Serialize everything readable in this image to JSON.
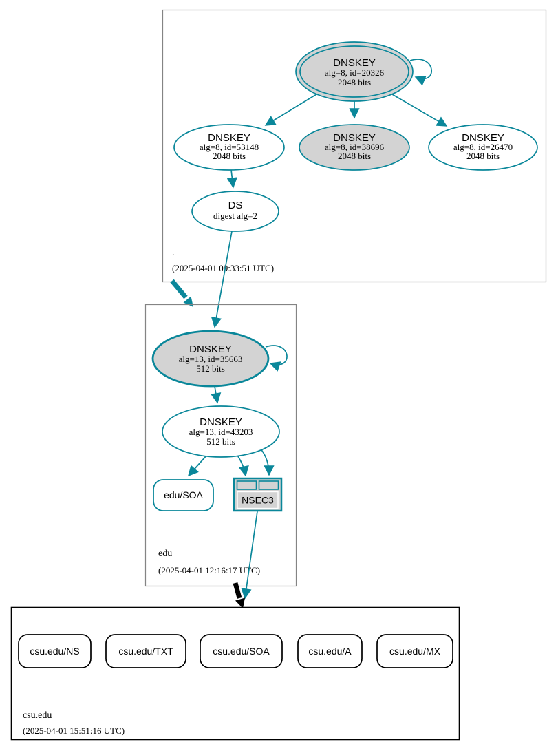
{
  "diagram": {
    "type": "dnssec-authentication-chain-graph",
    "colors": {
      "edge_teal": "#0a879a",
      "node_fill_gray": "#d3d3d3",
      "zone_box_border_gray": "#848484",
      "delegation_arrow_black": "#000000",
      "node_fill_white": "#ffffff"
    },
    "zones": {
      "root": {
        "label": ".",
        "timestamp": "(2025-04-01 09:33:51 UTC)",
        "nodes": {
          "ksk": {
            "title": "DNSKEY",
            "detail1": "alg=8, id=20326",
            "detail2": "2048 bits"
          },
          "zsk_53148": {
            "title": "DNSKEY",
            "detail1": "alg=8, id=53148",
            "detail2": "2048 bits"
          },
          "zsk_38696": {
            "title": "DNSKEY",
            "detail1": "alg=8, id=38696",
            "detail2": "2048 bits"
          },
          "zsk_26470": {
            "title": "DNSKEY",
            "detail1": "alg=8, id=26470",
            "detail2": "2048 bits"
          },
          "ds": {
            "title": "DS",
            "detail1": "digest alg=2"
          }
        }
      },
      "edu": {
        "label": "edu",
        "timestamp": "(2025-04-01 12:16:17 UTC)",
        "nodes": {
          "ksk": {
            "title": "DNSKEY",
            "detail1": "alg=13, id=35663",
            "detail2": "512 bits"
          },
          "zsk": {
            "title": "DNSKEY",
            "detail1": "alg=13, id=43203",
            "detail2": "512 bits"
          },
          "soa": {
            "label": "edu/SOA"
          },
          "nsec3": {
            "label": "NSEC3"
          }
        }
      },
      "csu": {
        "label": "csu.edu",
        "timestamp": "(2025-04-01 15:51:16 UTC)",
        "rrsets": [
          {
            "label": "csu.edu/NS"
          },
          {
            "label": "csu.edu/TXT"
          },
          {
            "label": "csu.edu/SOA"
          },
          {
            "label": "csu.edu/A"
          },
          {
            "label": "csu.edu/MX"
          }
        ]
      }
    }
  }
}
